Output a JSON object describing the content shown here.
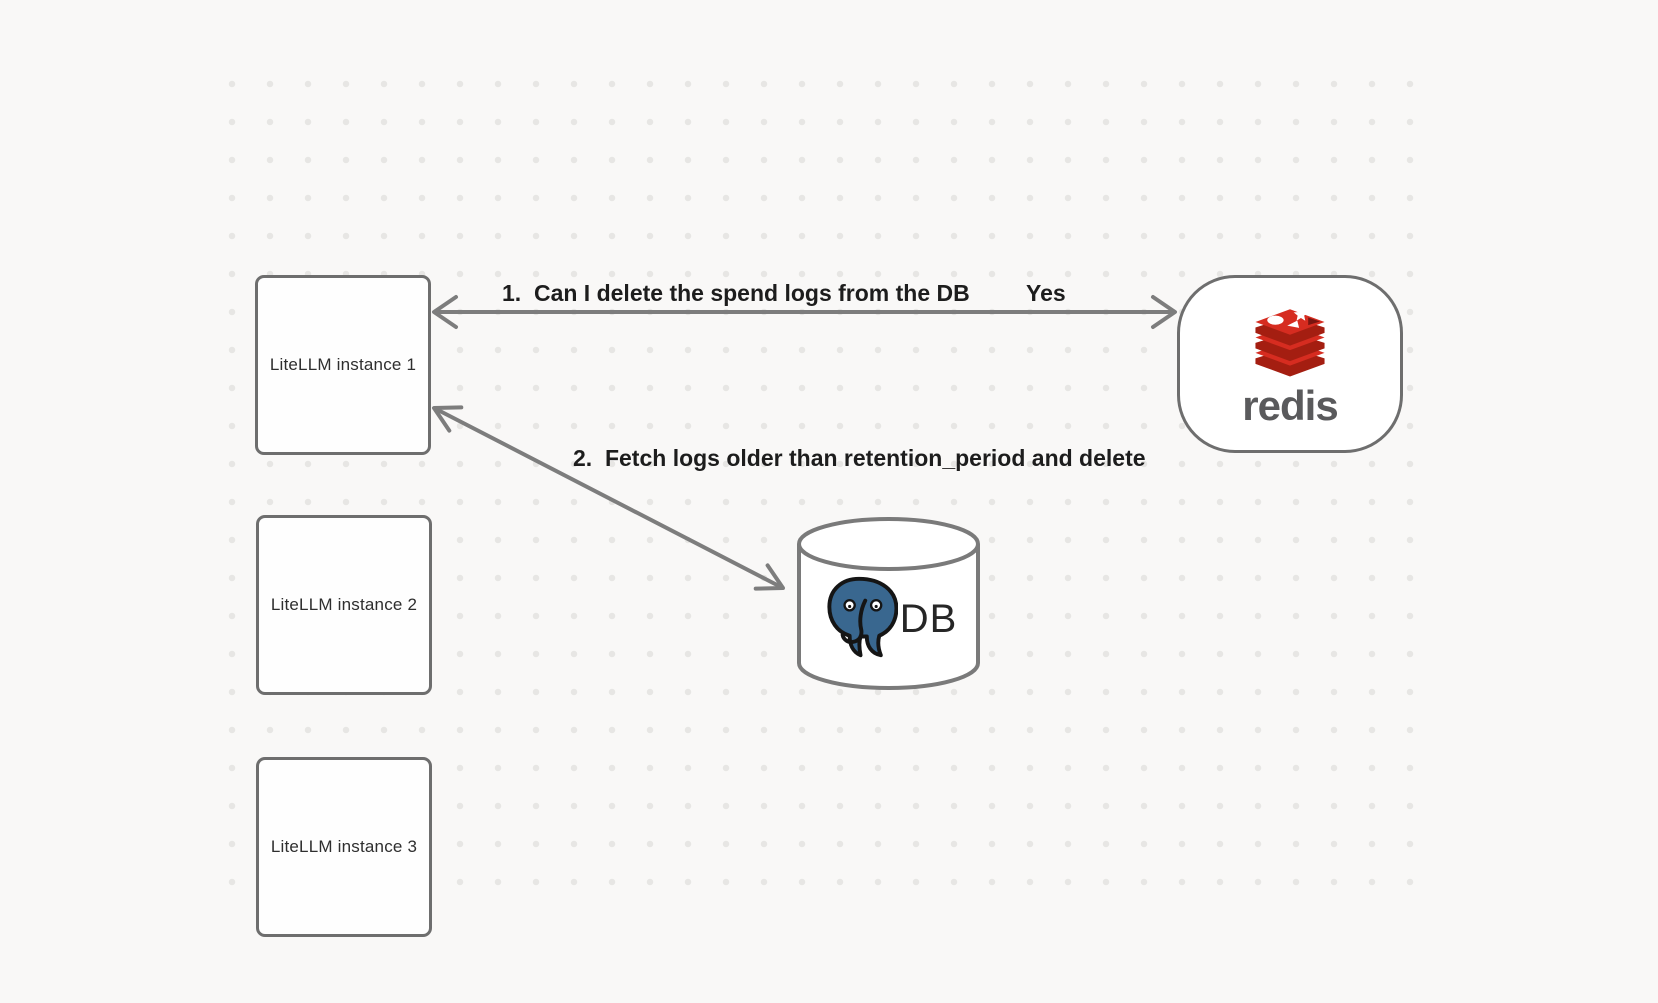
{
  "diagram": {
    "nodes": {
      "litellm_instances": [
        {
          "label": "LiteLLM instance 1"
        },
        {
          "label": "LiteLLM instance 2"
        },
        {
          "label": "LiteLLM instance 3"
        }
      ],
      "redis": {
        "wordmark": "redis",
        "icon": "redis-stack-logo"
      },
      "db": {
        "label": "DB",
        "icon": "postgresql-elephant-logo",
        "shape": "cylinder"
      }
    },
    "arrows": [
      {
        "label": "1.  Can I delete the spend logs from the DB",
        "response": "Yes",
        "from": "LiteLLM instance 1",
        "to": "redis",
        "heads": "both"
      },
      {
        "label": "2.  Fetch logs older than retention_period and delete",
        "from": "LiteLLM instance 1",
        "to": "DB",
        "heads": "both"
      }
    ],
    "colors": {
      "background": "#f9f8f7",
      "grid_dot": "#e7e6e4",
      "shape_border": "#6e6e6e",
      "arrow": "#7d7d7d",
      "label_text": "#1d1d1d",
      "node_text": "#2e2e2e",
      "redis_red": "#d62c20",
      "redis_dark_red": "#a41e11",
      "redis_wordmark_gray": "#5a5a5c",
      "postgres_blue": "#39678f"
    }
  }
}
